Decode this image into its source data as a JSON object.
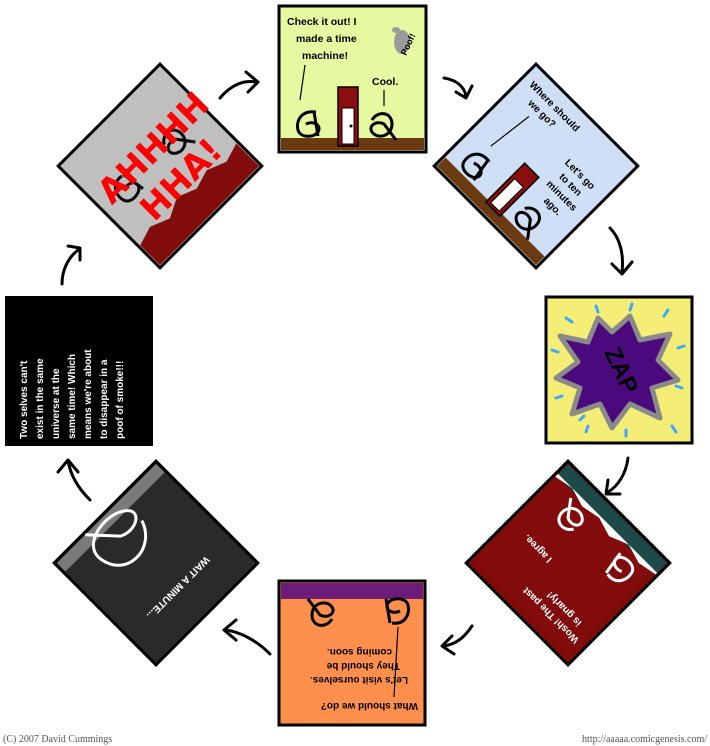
{
  "comic": {
    "credit": "(C) 2007 David Cummings",
    "url": "http://aaaaa.comicgenesis.com/",
    "colors": {
      "panel_green": "#e6f8a0",
      "panel_blue": "#cfe0f6",
      "panel_yellow": "#f5ee76",
      "panel_red": "#820b0b",
      "panel_orange": "#fe8f4c",
      "panel_dark": "#2a2a2a",
      "panel_black": "#000000",
      "panel_gray": "#bfbfbf",
      "door": "#8b0e0e",
      "dirt": "#6b3a10",
      "zap": "#4a0a7e",
      "scream": "#ff0000"
    },
    "panels": {
      "p1": {
        "line1": "Check it out!  I",
        "line2": "made a time",
        "line3": "machine!",
        "reply": "Cool.",
        "sfx": "Poof!"
      },
      "p2": {
        "q1": "Where should",
        "q2": "we go?",
        "a1": "Let's go",
        "a2": "to ten",
        "a3": "minutes",
        "a4": "ago."
      },
      "p3": {
        "sfx": "ZAP"
      },
      "p4": {
        "l1": "Wosh! The past",
        "l2": "is gnarly!",
        "r1": "I agree."
      },
      "p5": {
        "l1": "What should we do?",
        "r1": "Let's visit ourselves.",
        "r2": "They should be",
        "r3": "coming soon."
      },
      "p6": {
        "text": "WAIT A MINUTE..."
      },
      "p7": {
        "l1": "Two selves can't",
        "l2": "exist in the same",
        "l3": "universe at the",
        "l4": "same time! Which",
        "l5": "means we're about",
        "l6": "to disappear in a",
        "l7": "poof of smoke!!!"
      },
      "p8": {
        "l1": "AHHHH",
        "l2": "HHA!"
      }
    }
  }
}
